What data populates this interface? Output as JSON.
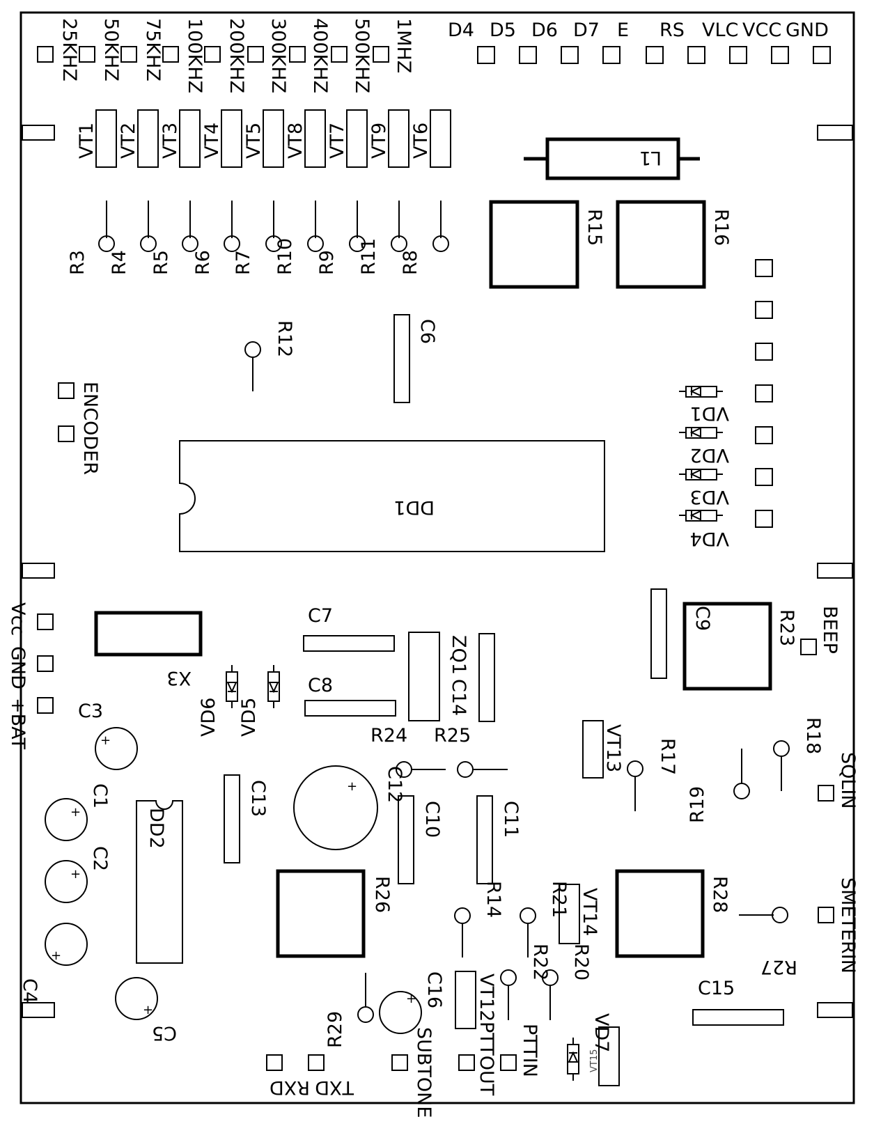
{
  "labels": {
    "freq_25k": "25KHZ",
    "freq_50k": "50KHZ",
    "freq_75k": "75KHZ",
    "freq_100k": "100KHZ",
    "freq_200k": "200KHZ",
    "freq_300k": "300KHZ",
    "freq_400k": "400KHZ",
    "freq_500k": "500KHZ",
    "freq_1m": "1MHZ",
    "d4": "D4",
    "d5": "D5",
    "d6": "D6",
    "d7": "D7",
    "e": "E",
    "rs": "RS",
    "vlc": "VLC",
    "vcc": "VCC",
    "gnd": "GND",
    "vt1": "VT1",
    "vt2": "VT2",
    "vt3": "VT3",
    "vt4": "VT4",
    "vt5": "VT5",
    "vt8": "VT8",
    "vt7": "VT7",
    "vt9": "VT9",
    "vt6": "VT6",
    "l1": "L1",
    "r3": "R3",
    "r4": "R4",
    "r5": "R5",
    "r6": "R6",
    "r7": "R7",
    "r10": "R10",
    "r9": "R9",
    "r11": "R11",
    "r8": "R8",
    "r15": "R15",
    "r16": "R16",
    "r12": "R12",
    "c6": "C6",
    "encoder": "ENCODER",
    "vd1": "VD1",
    "vd2": "VD2",
    "vd3": "VD3",
    "vd4": "VD4",
    "dd1": "DD1",
    "vcc_left": "Vcc",
    "gnd_left": "GND",
    "bat": "+BAT",
    "x3": "X3",
    "c7": "C7",
    "c8": "C8",
    "zq1": "ZQ1",
    "c14": "C14",
    "c9": "C9",
    "r23": "R23",
    "beep": "BEEP",
    "vd6": "VD6",
    "vd5": "VD5",
    "c3": "C3",
    "r24": "R24",
    "r25": "R25",
    "vt13": "VT13",
    "r17": "R17",
    "r18": "R18",
    "r19": "R19",
    "sqlin": "SQLIN",
    "c1": "C1",
    "c13": "C13",
    "dd2": "DD2",
    "c12": "C12",
    "c10": "C10",
    "c11": "C11",
    "c2": "C2",
    "r26": "R26",
    "r14": "R14",
    "r21": "R21",
    "vt14": "VT14",
    "r28": "R28",
    "smeterin": "SMETERIN",
    "r27": "R27",
    "r22": "R22",
    "r20": "R20",
    "c4": "C4",
    "c16": "C16",
    "vt12": "VT12",
    "c15": "C15",
    "vd7": "VD7",
    "c5": "C5",
    "r29": "R29",
    "subtone": "SUBTONE",
    "pttout": "PTTOUT",
    "pttin": "PTTIN",
    "vt15": "VT15",
    "txd": "TXD",
    "rxd": "RXD",
    "plus": "+"
  }
}
